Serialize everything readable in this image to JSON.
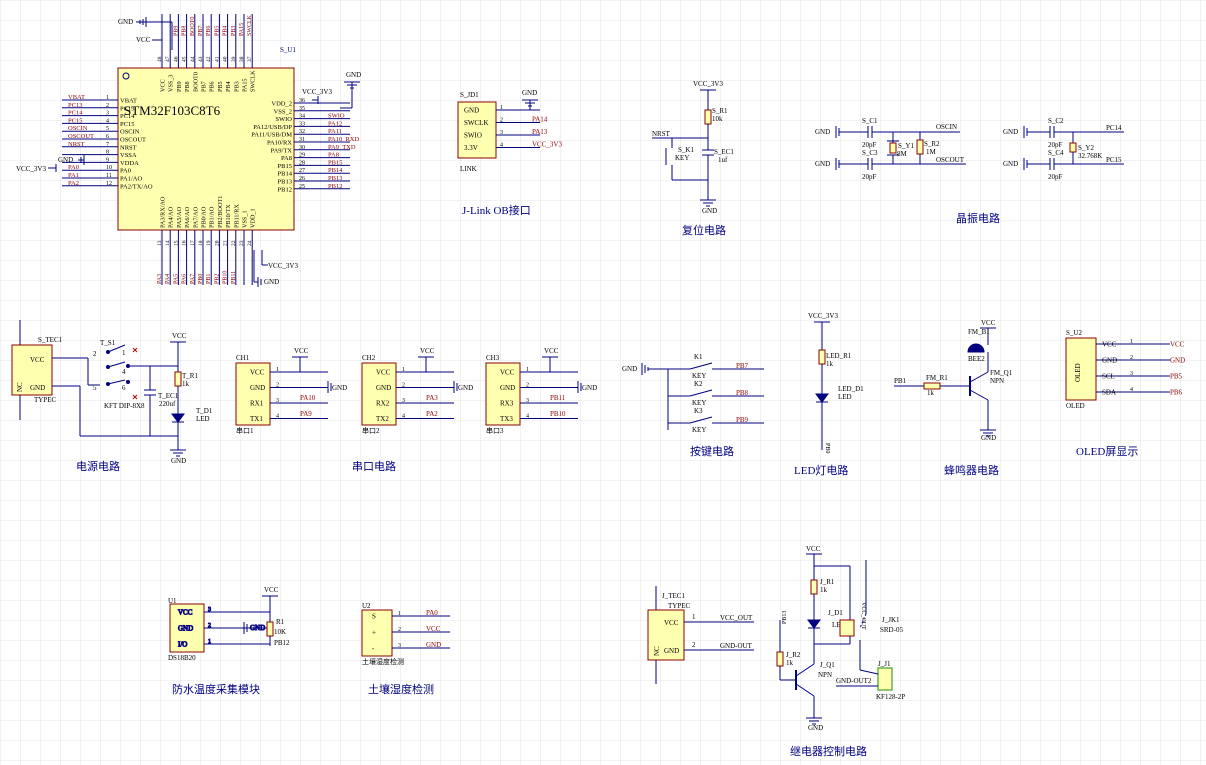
{
  "colors": {
    "grid": "#d8d8d8",
    "wire": "#000080",
    "body_fill": "#ffffb0",
    "body_stroke": "#8b0000",
    "pin_text": "#8b0000",
    "net_text": "#8b0000",
    "label": "#000080",
    "title": "#000080",
    "component_line": "#000080",
    "led_fill": "#000080",
    "kf_green": "#6ab04c"
  },
  "mcu": {
    "ref": "S_U1",
    "part": "STM32F103C8T6",
    "left_pins": [
      "VBAT",
      "PC13",
      "PC14",
      "PC15",
      "OSCIN",
      "OSCOUT",
      "NRST",
      "VSSA",
      "VDDA",
      "PA0",
      "PA1/AO",
      "PA2/TX/AO"
    ],
    "left_nums": [
      "1",
      "2",
      "3",
      "4",
      "5",
      "6",
      "7",
      "8",
      "9",
      "10",
      "11",
      "12"
    ],
    "left_nets": [
      "VBAT",
      "PC13",
      "PC14",
      "PC15",
      "OSCIN",
      "OSCOUT",
      "NRST",
      "",
      "",
      "PA0",
      "PA1",
      "PA2"
    ],
    "right_pins": [
      "VDD_2",
      "VSS_2",
      "SWIO",
      "PA12/USB/DP",
      "PA11/USB/DM",
      "PA10/RX",
      "PA9/TX",
      "PA8",
      "PB15",
      "PB14",
      "PB13",
      "PB12"
    ],
    "right_nums": [
      "36",
      "35",
      "34",
      "33",
      "32",
      "31",
      "30",
      "29",
      "28",
      "27",
      "26",
      "25"
    ],
    "right_nets": [
      "",
      "",
      "SWIO",
      "PA12",
      "PA11",
      "PA10_RXD",
      "PA9_TXD",
      "PA8",
      "PB15",
      "PB14",
      "PB13",
      "PB12"
    ],
    "top_pins": [
      "VCC",
      "VSS_3",
      "PB9",
      "PB8",
      "BOOT0",
      "PB7",
      "PB6",
      "PB5",
      "PB4",
      "PB3",
      "PA15",
      "SWCLK"
    ],
    "top_nums": [
      "48",
      "47",
      "46",
      "45",
      "44",
      "43",
      "42",
      "41",
      "40",
      "39",
      "38",
      "37"
    ],
    "top_nets": [
      "",
      "",
      "PB9",
      "PB8",
      "BOOT0",
      "PB7",
      "PB6",
      "PB5",
      "PB4",
      "PB3",
      "PA15",
      "SWCLK"
    ],
    "bottom_pins": [
      "PA3/RX/AO",
      "PA4/AO",
      "PA5/AO",
      "PA6/AO",
      "PA7/AO",
      "PB0/AO",
      "PB1/AO",
      "PB2/BOOT1",
      "PB10/TX",
      "PB11/RX",
      "VSS_1",
      "VDD_1"
    ],
    "bottom_nums": [
      "13",
      "14",
      "15",
      "16",
      "17",
      "18",
      "19",
      "20",
      "21",
      "22",
      "23",
      "24"
    ],
    "bottom_nets": [
      "PA3",
      "PA4",
      "PA5",
      "PA6",
      "PA7",
      "PB0",
      "PB1",
      "PB2",
      "PB10",
      "PB11",
      "",
      ""
    ],
    "gnd": "GND",
    "vcc": "VCC",
    "vcc3v3": "VCC_3V3"
  },
  "jlink": {
    "ref": "S_JD1",
    "pins": [
      "GND",
      "SWCLK",
      "SWIO",
      "3.3V"
    ],
    "nums": [
      "1",
      "2",
      "3",
      "4"
    ],
    "nets": [
      "",
      "PA14",
      "PA13",
      "VCC_3V3"
    ],
    "name": "LINK",
    "title": "J-Link OB接口",
    "gnd": "GND"
  },
  "reset": {
    "title": "复位电路",
    "vcc": "VCC_3V3",
    "r_ref": "S_R1",
    "r_val": "10k",
    "key_ref": "S_K1",
    "key_val": "KEY",
    "c_ref": "S_EC1",
    "c_val": "1uf",
    "net": "NRST",
    "gnd": "GND"
  },
  "crystal": {
    "title": "晶振电路",
    "c1_ref": "S_C1",
    "c1_val": "20pF",
    "c3_ref": "S_C3",
    "c3_val": "20pF",
    "y1_ref": "S_Y1",
    "y1_val": "8M",
    "r2_ref": "S_R2",
    "r2_val": "1M",
    "net_in": "OSCIN",
    "net_out": "OSCOUT",
    "c2_ref": "S_C2",
    "c2_val": "20pF",
    "c4_ref": "S_C4",
    "c4_val": "20pF",
    "y2_ref": "S_Y2",
    "y2_val": "32.768K",
    "net_pc14": "PC14",
    "net_pc15": "PC15",
    "gnd": "GND"
  },
  "power": {
    "title": "电源电路",
    "tec_ref": "S_TEC1",
    "tec_name": "TYPEC",
    "tec_pins": [
      "VCC",
      "GND"
    ],
    "tec_nc": "NC",
    "sw_ref": "T_S1",
    "sw_name": "KFT DIP-8X8",
    "sw_nums": [
      "1",
      "2",
      "3",
      "4",
      "5",
      "6"
    ],
    "r_ref": "T_R1",
    "r_val": "1k",
    "c_ref": "T_EC1",
    "c_val": "220uf",
    "d_ref": "T_D1",
    "d_val": "LED",
    "vcc": "VCC",
    "gnd": "GND"
  },
  "serial": {
    "title": "串口电路",
    "ports": [
      {
        "ref": "CH1",
        "name": "串口1",
        "nets": [
          "PA10",
          "PA9"
        ]
      },
      {
        "ref": "CH2",
        "name": "串口2",
        "nets": [
          "PA3",
          "PA2"
        ]
      },
      {
        "ref": "CH3",
        "name": "串口3",
        "nets": [
          "PB11",
          "PB10"
        ]
      }
    ],
    "pins": [
      "VCC",
      "GND",
      "RX1",
      "TX1"
    ],
    "pins2": [
      "VCC",
      "GND",
      "RX2",
      "TX2"
    ],
    "pins3": [
      "VCC",
      "GND",
      "RX3",
      "TX3"
    ],
    "nums": [
      "1",
      "2",
      "3",
      "4"
    ],
    "vcc": "VCC",
    "gnd": "GND"
  },
  "keys": {
    "title": "按键电路",
    "items": [
      {
        "ref": "K1",
        "val": "KEY",
        "net": "PB7"
      },
      {
        "ref": "K2",
        "val": "KEY",
        "net": "PB8"
      },
      {
        "ref": "K3",
        "val": "KEY",
        "net": "PB9"
      }
    ],
    "gnd": "GND"
  },
  "led": {
    "title": "LED灯电路",
    "vcc": "VCC_3V3",
    "r_ref": "LED_R1",
    "r_val": "1k",
    "d_ref": "LED_D1",
    "d_val": "LED",
    "net": "PB0"
  },
  "buzzer": {
    "title": "蜂鸣器电路",
    "b_ref": "FM_B1",
    "b_val": "BEE2",
    "vcc": "VCC",
    "r_ref": "FM_R1",
    "r_val": "1k",
    "q_ref": "FM_Q1",
    "q_val": "NPN",
    "net": "PB1",
    "gnd": "GND"
  },
  "oled": {
    "title": "OLED屏显示",
    "ref": "S_U2",
    "name": "OLED",
    "label": "OLED",
    "pins": [
      "VCC",
      "GND",
      "SCL",
      "SDA"
    ],
    "nums": [
      "1",
      "2",
      "3",
      "4"
    ],
    "nets": [
      "VCC",
      "GND",
      "PB5",
      "PB6"
    ]
  },
  "ds18b20": {
    "title": "防水温度采集模块",
    "ref": "U1",
    "name": "DS18B20",
    "pins": [
      "VCC",
      "GND",
      "I/O"
    ],
    "nums": [
      "3",
      "2",
      "1"
    ],
    "vcc": "VCC",
    "gnd": "GND",
    "r_ref": "R1",
    "r_val": "10K",
    "net": "PB12"
  },
  "soil": {
    "title": "土壤湿度检测",
    "ref": "U2",
    "name": "土壤湿度检测",
    "pins": [
      "S",
      "+",
      "-"
    ],
    "nums": [
      "1",
      "2",
      "3"
    ],
    "nets": [
      "PA0",
      "VCC",
      "GND"
    ]
  },
  "jtec": {
    "ref": "J_TEC1",
    "name": "TYPEC",
    "pins": [
      "VCC",
      "GND"
    ],
    "nc": "NC",
    "nums": [
      "1",
      "2"
    ],
    "nets": [
      "VCC_OUT",
      "GND-OUT"
    ]
  },
  "relay": {
    "title": "继电器控制电路",
    "vcc": "VCC",
    "r1_ref": "J_R1",
    "r1_val": "1k",
    "d_ref": "J_D1",
    "d_val": "LED",
    "k_ref": "J_JK1",
    "k_val": "SRD-05",
    "vcc_out": "VCC_OUT",
    "r2_ref": "J_R2",
    "r2_val": "1k",
    "q_ref": "J_Q1",
    "q_val": "NPN",
    "net": "PB13",
    "gnd_out": "GND-OUT2",
    "j_ref": "J_J1",
    "j_val": "KF128-2P",
    "gnd": "GND"
  }
}
